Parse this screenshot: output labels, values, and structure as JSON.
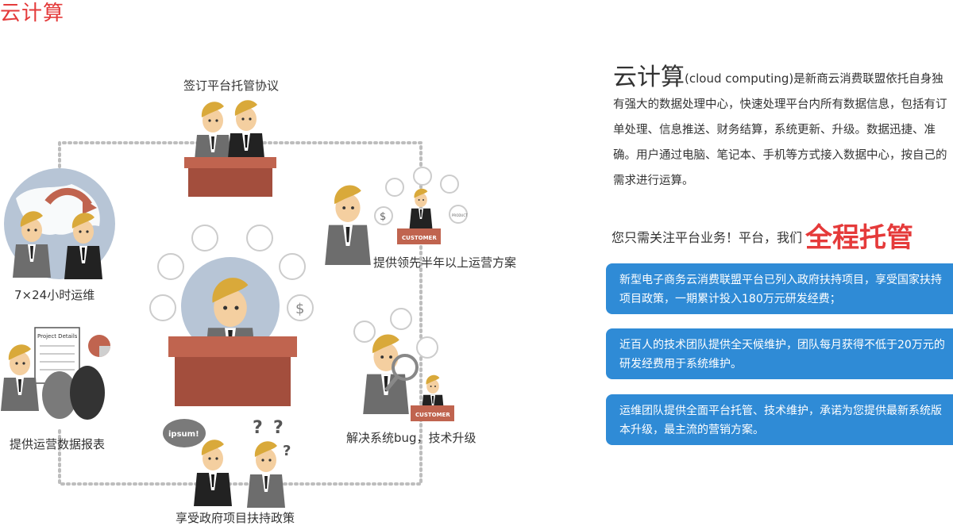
{
  "page": {
    "title": "云计算"
  },
  "diagram": {
    "labels": {
      "sign_agreement": "签订平台托管协议",
      "operation_plan": "提供领先半年以上运营方案",
      "ops_247": "7×24小时运维",
      "report": "提供运营数据报表",
      "bugfix": "解决系统bug，技术升级",
      "policy": "享受政府项目扶持政策"
    },
    "graphic_text": {
      "customer": "CUSTOMER",
      "product": "PRODUCT",
      "project_details": "Project Details",
      "dollar": "$",
      "ipsum": "ipsum!",
      "question": "?"
    }
  },
  "intro": {
    "heading": "云计算",
    "english": "(cloud computing)",
    "body": "是新商云消费联盟依托自身独有强大的数据处理中心，快速处理平台内所有数据信息，包括有订单处理、信息推送、财务结算，系统更新、升级。数据迅捷、准确。用户通过电脑、笔记本、手机等方式接入数据中心，按自己的需求进行运算。"
  },
  "slogan": {
    "prefix": "您只需关注平台业务！平台，我们",
    "highlight": "全程托管"
  },
  "info_boxes": [
    {
      "text": "新型电子商务云消费联盟平台已列入政府扶持项目，享受国家扶持项目政策，一期累计投入180万元研发经费；"
    },
    {
      "text": "近百人的技术团队提供全天候维护，团队每月获得不低于20万元的研发经费用于系统维护。"
    },
    {
      "text": "运维团队提供全面平台托管、技术维护，承诺为您提供最新系统版本升级，最主流的营销方案。"
    }
  ],
  "colors": {
    "accent_red": "#e43b3b",
    "info_blue": "#2f8bd6",
    "desk_red": "#c0644f",
    "hair_gold": "#d9a93a",
    "suit_gray": "#6d6d6d"
  }
}
